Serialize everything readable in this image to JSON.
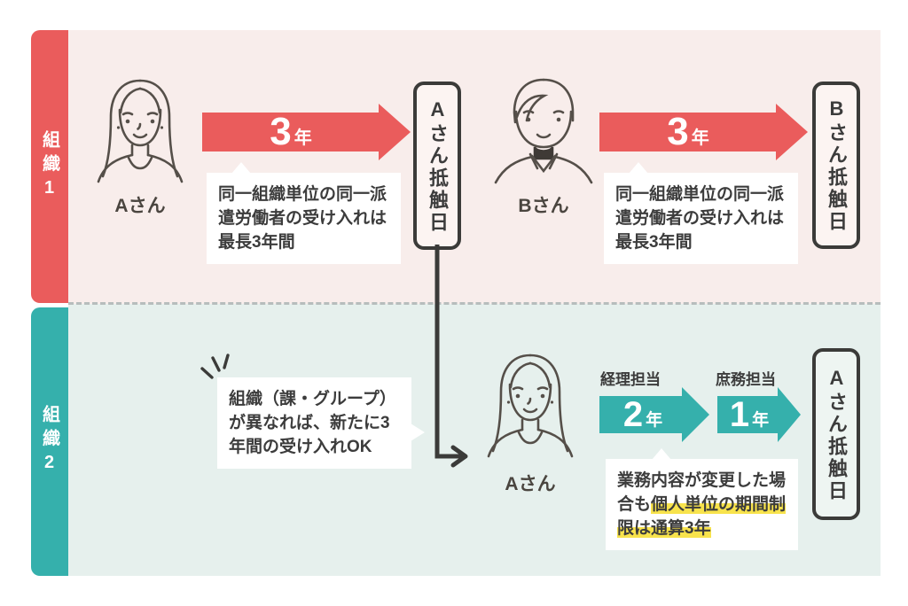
{
  "colors": {
    "accent_red": "#ea5c5c",
    "accent_teal": "#35b0ac",
    "panel_pink": "#f8edeb",
    "panel_mint": "#e6f0ed",
    "highlight_yellow": "#f8e34c",
    "line_dark": "#3b3b39"
  },
  "org1": {
    "tab": "組織1",
    "person_a": {
      "name": "Aさん"
    },
    "arrow_a": {
      "big": "3",
      "unit": "年"
    },
    "note_a": "同一組織単位の同一派遣労働者の受け入れは最長3年間",
    "deadline_a": "Aさん抵触日",
    "person_b": {
      "name": "Bさん"
    },
    "arrow_b": {
      "big": "3",
      "unit": "年"
    },
    "note_b": "同一組織単位の同一派遣労働者の受け入れは最長3年間",
    "deadline_b": "Bさん抵触日"
  },
  "org2": {
    "tab": "組織2",
    "bubble": "組織（課・グループ）が異なれば、新たに3年間の受け入れOK",
    "person_a": {
      "name": "Aさん"
    },
    "arrow1": {
      "label": "経理担当",
      "big": "2",
      "unit": "年"
    },
    "arrow2": {
      "label": "庶務担当",
      "big": "1",
      "unit": "年"
    },
    "note": {
      "pre": "業務内容が変更した場合も",
      "highlight": "個人単位の期間制限は通算3年"
    },
    "deadline": "Aさん抵触日"
  }
}
